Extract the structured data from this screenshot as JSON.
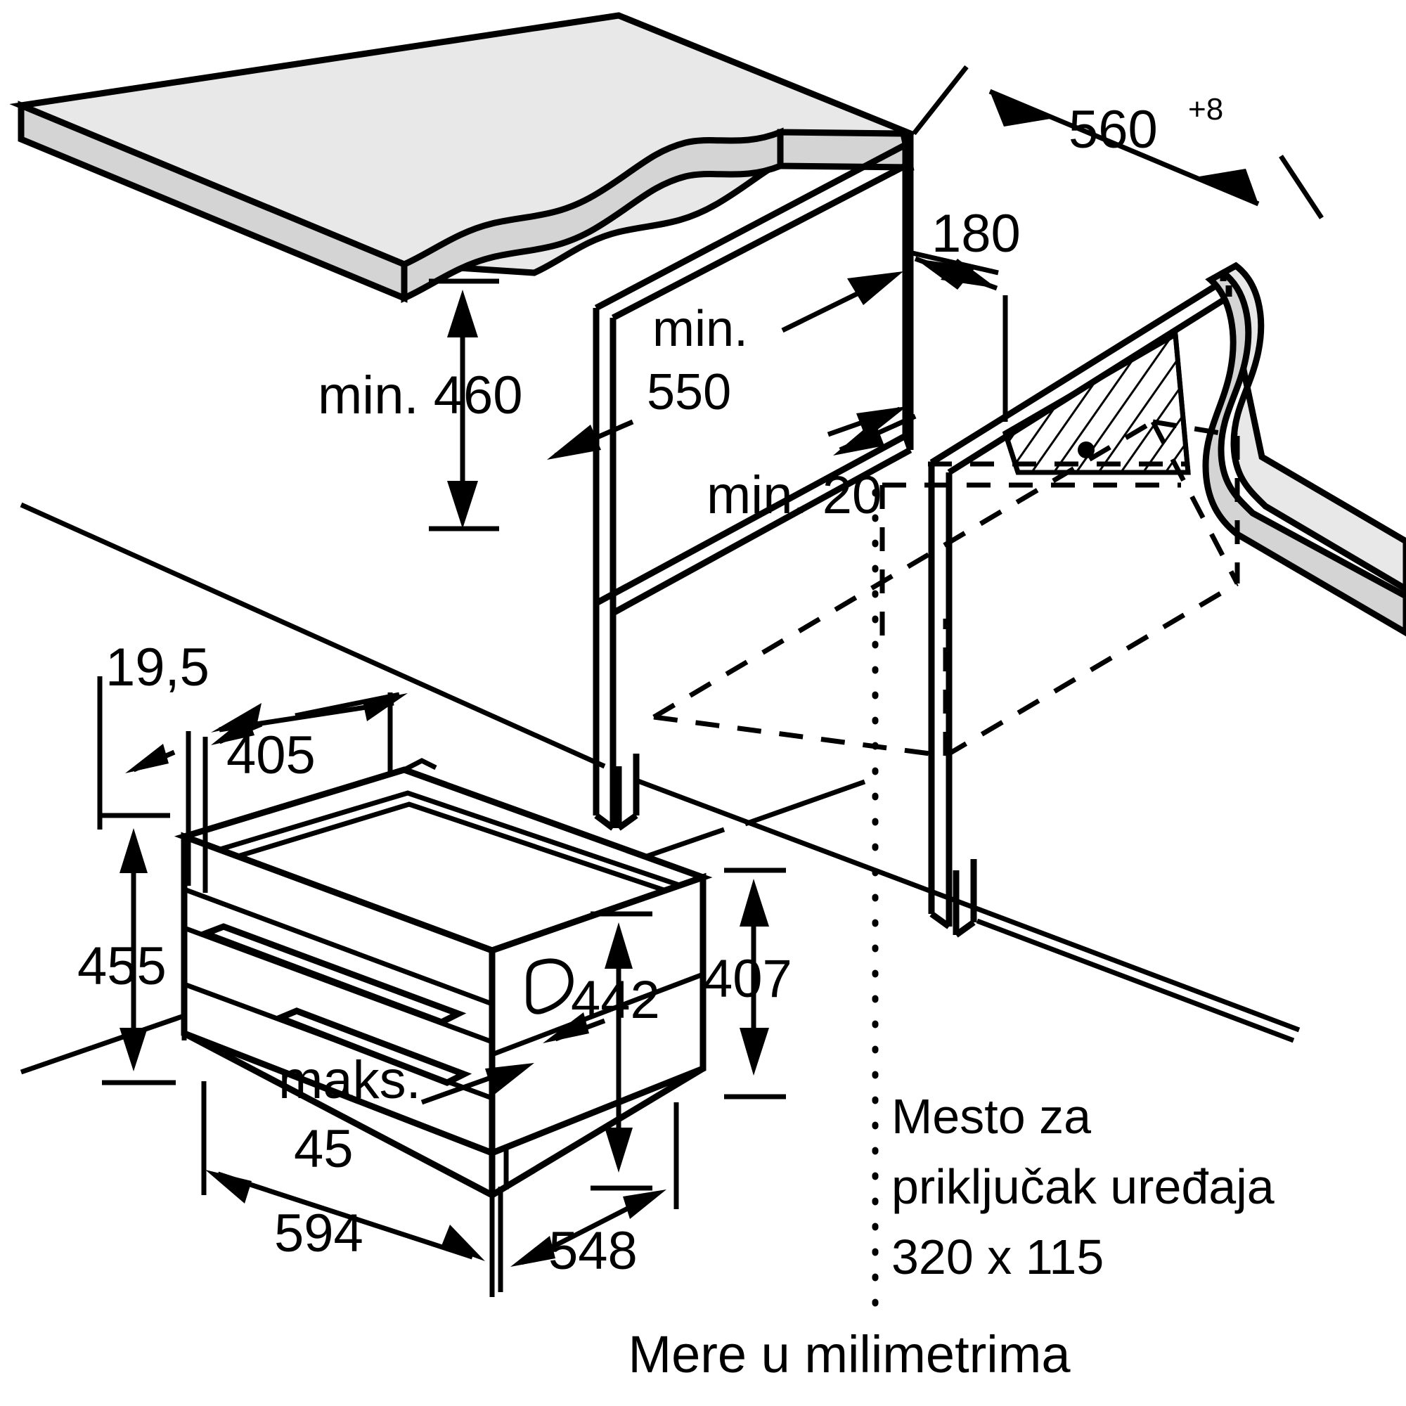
{
  "figure": {
    "kind": "installation-dimension-drawing",
    "caption": "Mere u milimetrima",
    "language": "sr"
  },
  "dimensions": {
    "niche_depth": {
      "value": "560",
      "superscript": "+8"
    },
    "niche_offset_side": "180",
    "niche_height_min": {
      "prefix": "min.",
      "value": "550"
    },
    "under_counter_min": {
      "prefix": "min.",
      "value": "460"
    },
    "gap_min": {
      "prefix": "min.",
      "value": "20"
    },
    "front_overhang": "19,5",
    "depth_405": "405",
    "height_455": "455",
    "height_442": "442",
    "height_407": "407",
    "door_gap_max": {
      "prefix": "maks.",
      "value": "45"
    },
    "width_594": "594",
    "depth_548": "548"
  },
  "labels": {
    "min_460": "min. 460",
    "min_550_line1": "min.",
    "min_550_line2": "550",
    "min_20": "min. 20",
    "size_560": "560",
    "size_560_sup": "+8",
    "size_180": "180",
    "size_19_5": "19,5",
    "size_405": "405",
    "size_455": "455",
    "size_442": "442",
    "size_407": "407",
    "maks_line1": "maks.",
    "maks_line2": "45",
    "size_594": "594",
    "size_548": "548"
  },
  "connection_note": {
    "line1": "Mesto za",
    "line2": "priključak uređaja",
    "line3": "320 x 115"
  },
  "colors": {
    "line": "#000000",
    "background": "#ffffff",
    "worktop_top": "#e8e8e8",
    "worktop_edge": "#d4d4d4"
  }
}
